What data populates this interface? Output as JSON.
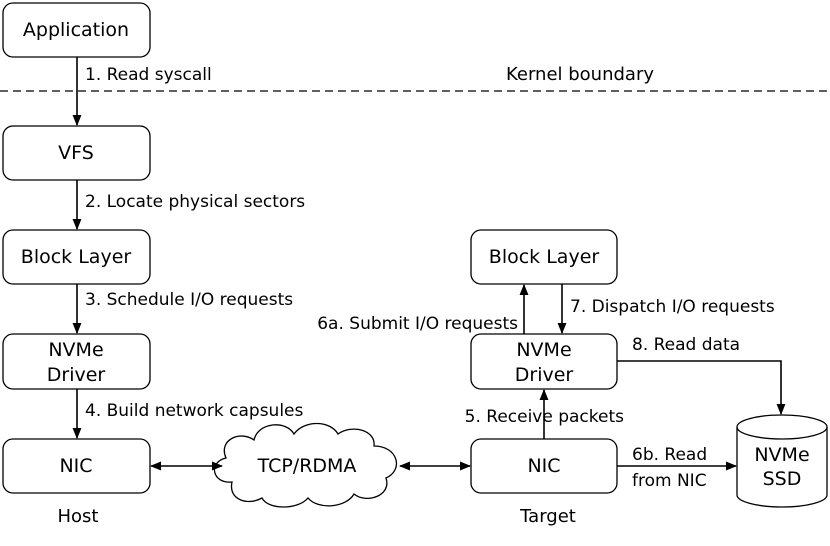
{
  "boundary_label": "Kernel boundary",
  "host": {
    "caption": "Host",
    "application": "Application",
    "vfs": "VFS",
    "block_layer": "Block Layer",
    "nvme_driver_line1": "NVMe",
    "nvme_driver_line2": "Driver",
    "nic": "NIC"
  },
  "network": {
    "label": "TCP/RDMA"
  },
  "target": {
    "caption": "Target",
    "block_layer": "Block Layer",
    "nvme_driver_line1": "NVMe",
    "nvme_driver_line2": "Driver",
    "nic": "NIC",
    "ssd_line1": "NVMe",
    "ssd_line2": "SSD"
  },
  "steps": {
    "s1": "1. Read syscall",
    "s2": "2. Locate physical sectors",
    "s3": "3. Schedule I/O requests",
    "s4": "4. Build network capsules",
    "s5": "5. Receive packets",
    "s6a": "6a. Submit I/O requests",
    "s6b_line1": "6b. Read",
    "s6b_line2": "from NIC",
    "s7": "7. Dispatch I/O requests",
    "s8": "8. Read data"
  }
}
